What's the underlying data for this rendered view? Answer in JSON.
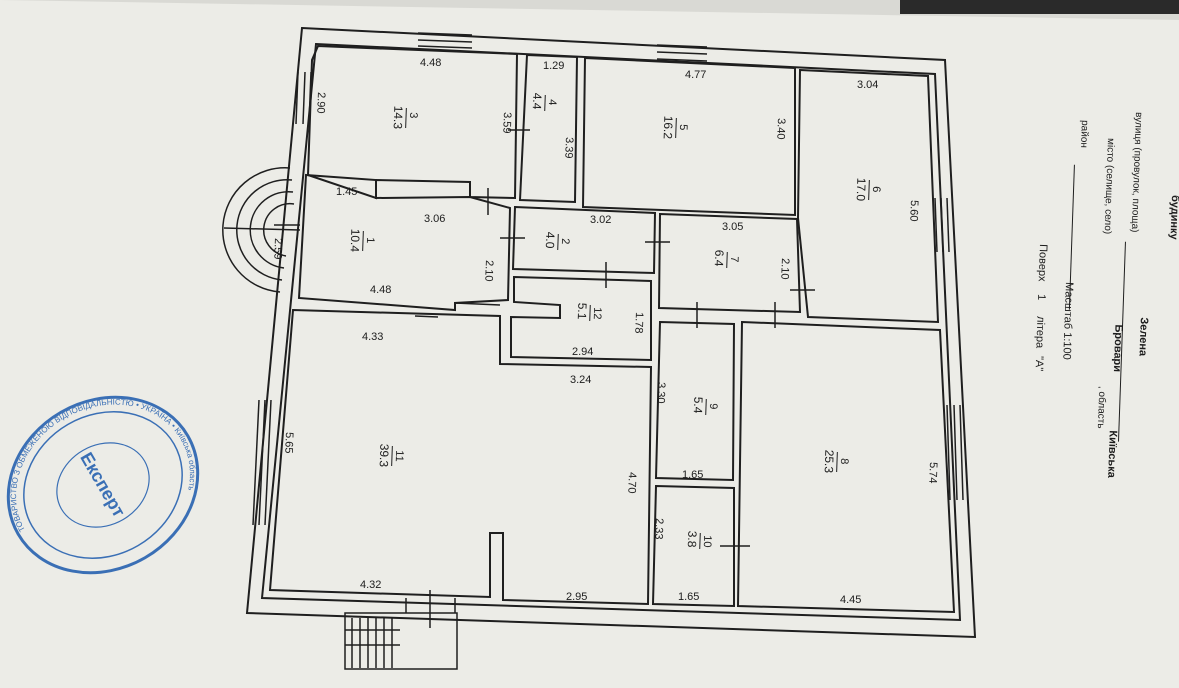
{
  "rooms": [
    {
      "id": "1",
      "area": "10.4"
    },
    {
      "id": "2",
      "area": "4.0"
    },
    {
      "id": "3",
      "area": "14.3"
    },
    {
      "id": "4",
      "area": "4.4"
    },
    {
      "id": "5",
      "area": "16.2"
    },
    {
      "id": "6",
      "area": "17.0"
    },
    {
      "id": "7",
      "area": "6.4"
    },
    {
      "id": "8",
      "area": "25.3"
    },
    {
      "id": "9",
      "area": "5.4"
    },
    {
      "id": "10",
      "area": "3.8"
    },
    {
      "id": "11",
      "area": "39.3"
    },
    {
      "id": "12",
      "area": "5.1"
    }
  ],
  "dimensions": {
    "d_448_top": "4.48",
    "d_290": "2.90",
    "d_359": "3.59",
    "d_129": "1.29",
    "d_339": "3.39",
    "d_477": "4.77",
    "d_340": "3.40",
    "d_304": "3.04",
    "d_560": "5.60",
    "d_145": "1.45",
    "d_306": "3.06",
    "d_259": "2.59",
    "d_210a": "2.10",
    "d_448_mid": "4.48",
    "d_302": "3.02",
    "d_305": "3.05",
    "d_210b": "2.10",
    "d_178": "1.78",
    "d_294": "2.94",
    "d_433": "4.33",
    "d_324": "3.24",
    "d_330": "3.30",
    "d_565": "5.65",
    "d_470": "4.70",
    "d_165a": "1.65",
    "d_574": "5.74",
    "d_233": "2.33",
    "d_432": "4.32",
    "d_295": "2.95",
    "d_165b": "1.65",
    "d_445": "4.45"
  },
  "stamp": {
    "center": "Експерт",
    "ring": "ТОВАРИСТВО З ОБМЕЖЕНОЮ ВІДПОВІДАЛЬНІСТЮ • УКРАЇНА • Київська область",
    "color": "#3a6fb5"
  },
  "sidebar": {
    "l1": "будинку",
    "l2": "вулиця (провулок, площа)",
    "l2_val": "Зелена",
    "l3": "місто (селище, село)",
    "l3_val": "Бровари",
    "l3_suffix": ", область",
    "l3_region": "Київська",
    "l4": "район",
    "l5": "Масштаб 1:100",
    "l6": "Поверх",
    "l6_val": "1",
    "l6_lit": "літера",
    "l6_letter": "\"А\""
  },
  "colors": {
    "paper": "#ecece7",
    "line": "#1f1f1f",
    "stamp": "#3a6fb5"
  }
}
